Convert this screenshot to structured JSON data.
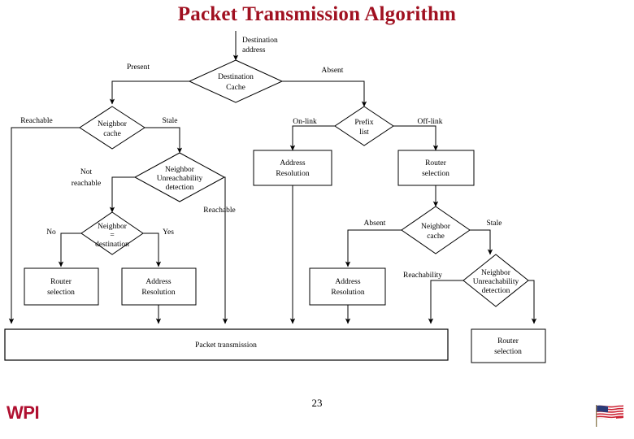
{
  "slide": {
    "title": "Packet Transmission Algorithm",
    "page_number": "23",
    "logo": "WPI",
    "flag_icon": "us-flag-icon"
  },
  "diagram": {
    "type": "flowchart",
    "nodes": {
      "destination_cache": "Destination\nCache",
      "destination_cache_l1": "Destination",
      "destination_cache_l2": "Cache",
      "neighbor_cache_left_l1": "Neighbor",
      "neighbor_cache_left_l2": "cache",
      "nud_left_l1": "Neighbor",
      "nud_left_l2": "Unreachability",
      "nud_left_l3": "detection",
      "neighbor_eq_dest_l1": "Neighbor",
      "neighbor_eq_dest_l2": "=",
      "neighbor_eq_dest_l3": "destination",
      "router_selection_1_l1": "Router",
      "router_selection_1_l2": "selection",
      "address_resolution_1_l1": "Address",
      "address_resolution_1_l2": "Resolution",
      "prefix_list_l1": "Prefix",
      "prefix_list_l2": "list",
      "address_resolution_2_l1": "Address",
      "address_resolution_2_l2": "Resolution",
      "router_selection_2_l1": "Router",
      "router_selection_2_l2": "selection",
      "neighbor_cache_right_l1": "Neighbor",
      "neighbor_cache_right_l2": "cache",
      "address_resolution_3_l1": "Address",
      "address_resolution_3_l2": "Resolution",
      "nud_right_l1": "Neighbor",
      "nud_right_l2": "Unreachability",
      "nud_right_l3": "detection",
      "router_selection_3_l1": "Router",
      "router_selection_3_l2": "selection",
      "packet_transmission": "Packet transmission"
    },
    "edge_labels": {
      "destination_address_l1": "Destination",
      "destination_address_l2": "address",
      "present": "Present",
      "absent_top": "Absent",
      "reachable_left": "Reachable",
      "stale_left": "Stale",
      "not_reachable_l1": "Not",
      "not_reachable_l2": "reachable",
      "reachable_mid": "Reachable",
      "no": "No",
      "yes": "Yes",
      "on_link": "On-link",
      "off_link": "Off-link",
      "absent_right": "Absent",
      "stale_right": "Stale",
      "reachability": "Reachability"
    },
    "colors": {
      "title": "#A01020",
      "logo": "#B01030",
      "stroke": "#000000",
      "fill": "#FFFFFF"
    }
  }
}
